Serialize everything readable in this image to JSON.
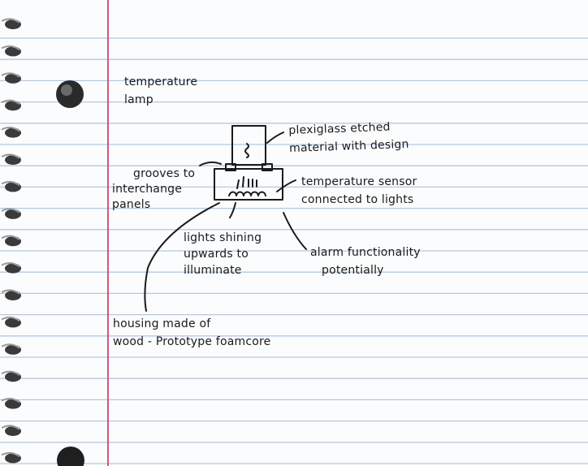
{
  "sheet": {
    "line_color": "#b5c9de",
    "margin_color": "#d2587a",
    "paper_color": "#fbfcfd",
    "ink_color": "#1a1a1a"
  },
  "notes": {
    "title": [
      "temperature",
      "lamp"
    ],
    "plexiglass": [
      "plexiglass etched",
      "material with design"
    ],
    "grooves": [
      "grooves to",
      "interchange",
      "panels"
    ],
    "sensor": [
      "temperature sensor",
      "connected to lights"
    ],
    "lights": [
      "lights shining",
      "upwards to",
      "illuminate"
    ],
    "alarm": [
      "alarm functionality",
      "potentially"
    ],
    "housing": [
      "housing made of",
      "wood - Prototype foamcore"
    ]
  }
}
